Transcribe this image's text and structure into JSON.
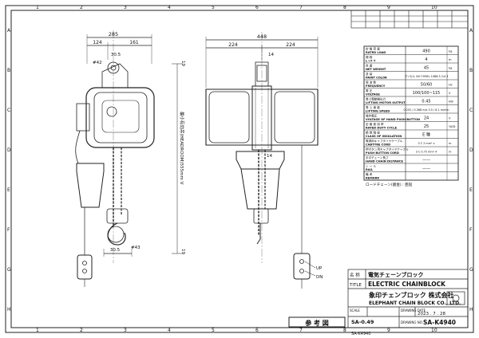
{
  "border": {
    "top_numbers": [
      "1",
      "2",
      "3",
      "4",
      "5",
      "6",
      "7",
      "8",
      "9",
      "10"
    ],
    "bottom_numbers": [
      "1",
      "2",
      "3",
      "4",
      "5",
      "6",
      "7",
      "8",
      "9",
      "10"
    ],
    "left_letters": [
      "A",
      "B",
      "C",
      "D",
      "E",
      "F",
      "G",
      "H"
    ],
    "right_letters": [
      "A",
      "B",
      "C",
      "D",
      "E",
      "F",
      "G",
      "H"
    ]
  },
  "revision_table": {
    "headers": [
      "",
      "",
      "",
      "",
      "",
      "",
      "",
      ""
    ]
  },
  "left_view": {
    "dims": {
      "width_total": "285",
      "width_left": "124",
      "width_right": "161",
      "hook_top_dim": "30.5",
      "hook_top_dia": "#42",
      "hook_bot_dim": "30.5",
      "hook_bot_dia": "#43",
      "headroom_label": "最小有効吊(HEADROOM)555mm V",
      "headroom_val": "19",
      "top_right_val": "19"
    }
  },
  "right_view": {
    "dims": {
      "width_total": "448",
      "width_left": "224",
      "width_right": "224",
      "center_dim": "14",
      "center_dim2": "14"
    },
    "pendant": {
      "up": "UP",
      "dn": "DN"
    }
  },
  "spec_table": {
    "rows": [
      {
        "jp": "定 格 荷 重",
        "en": "RATED LOAD",
        "val": "490",
        "unit": "kg"
      },
      {
        "jp": "揚 程",
        "en": "L I F T",
        "val": "4",
        "unit": "m"
      },
      {
        "jp": "自 重",
        "en": "NET WEIGHT",
        "val": "45",
        "unit": "kg"
      },
      {
        "jp": "塗 装",
        "en": "PAINT COLOR",
        "val": "マンセル NO.7H5BL 10B8.5 /14.3",
        "unit": ""
      },
      {
        "jp": "周 波 数",
        "en": "FREQUENCY",
        "val": "50/60",
        "unit": "Hz"
      },
      {
        "jp": "電 圧",
        "en": "VOLTAGE",
        "val": "100/100~115",
        "unit": "V"
      },
      {
        "jp": "巻上電動機出力",
        "en": "LIFTING MOTOR OUTPUT",
        "val": "0.45",
        "unit": "kW"
      },
      {
        "jp": "巻 上 速 度",
        "en": "LIFTING SPEED",
        "val": "0.252 / 0.368  m/s  3.5 / 6.1  m/min",
        "unit": ""
      },
      {
        "jp": "操作電圧",
        "en": "VOLTAGE OF HAND PUSH BUTTON",
        "val": "24",
        "unit": "V"
      },
      {
        "jp": "定 格 使 用 率",
        "en": "RATED DUTY CYCLE",
        "val": "25",
        "unit": "%ED"
      },
      {
        "jp": "絶 縁 階 級",
        "en": "CLASS OF INSULATION",
        "val": "E 種",
        "unit": ""
      },
      {
        "jp": "電源用キャブタイヤケーブル",
        "en": "CABTYRE CORD",
        "val": "3 C  2  mm²  x",
        "unit": "m"
      },
      {
        "jp": "押ボタン用キャブタイヤケーブル",
        "en": "PUSH BUTTON CORD",
        "val": "3 C  0.75  mm²  4",
        "unit": "m"
      },
      {
        "jp": "手引チェーン長さ",
        "en": "HAND CHAIN DISTANCE",
        "val": "——",
        "unit": ""
      },
      {
        "jp": "レ ー ル",
        "en": "RAIL",
        "val": "——",
        "unit": ""
      },
      {
        "jp": "備 考",
        "en": "REMARK",
        "val": "",
        "unit": ""
      }
    ],
    "note": "ロードチェーン(鍍金) : 亜鉛"
  },
  "title_block": {
    "name_jp_label": "名 称",
    "name_jp": "電気チェーンブロック",
    "title_label": "TITLE",
    "title_en": "ELECTRIC CHAINBLOCK",
    "company_jp": "象印チェンブロック 株式会社",
    "company_en": "ELEPHANT CHAIN BLOCK CO., LTD.",
    "scale_label": "SCALE",
    "drawing_date_label": "DRAWING DATE",
    "drawing_date": "2023 . 7 . 28",
    "drawing_no_label": "DRAWING NO.",
    "drawing_no": "SA-K4940",
    "sub_no": "SA-0.49",
    "sub_no2": "SA-K4940",
    "stamp": "参 考 図"
  }
}
